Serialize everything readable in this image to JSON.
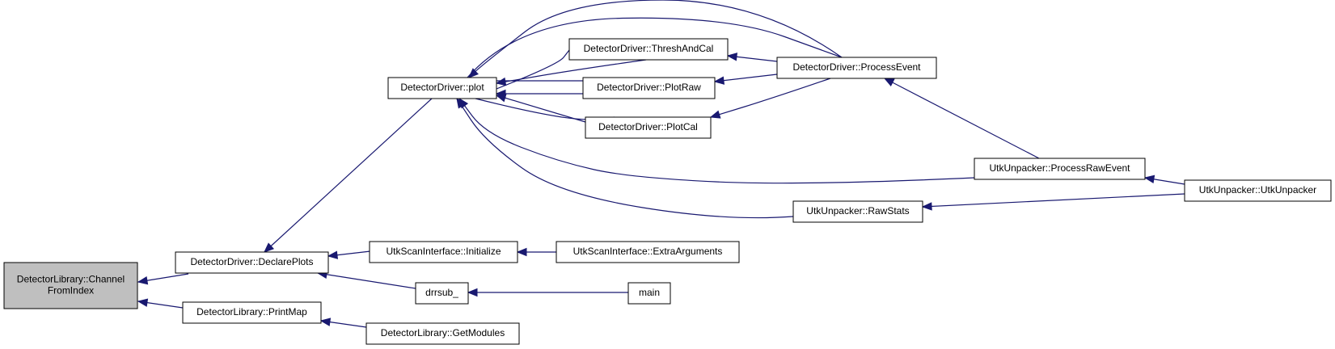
{
  "graph": {
    "root": "channel_from_index",
    "nodes": [
      {
        "id": "channel_from_index",
        "lines": [
          "DetectorLibrary::Channel",
          "FromIndex"
        ],
        "root": true
      },
      {
        "id": "declare_plots",
        "lines": [
          "DetectorDriver::DeclarePlots"
        ]
      },
      {
        "id": "print_map",
        "lines": [
          "DetectorLibrary::PrintMap"
        ]
      },
      {
        "id": "plot",
        "lines": [
          "DetectorDriver::plot"
        ]
      },
      {
        "id": "thresh_and_cal",
        "lines": [
          "DetectorDriver::ThreshAndCal"
        ]
      },
      {
        "id": "plot_raw",
        "lines": [
          "DetectorDriver::PlotRaw"
        ]
      },
      {
        "id": "plot_cal",
        "lines": [
          "DetectorDriver::PlotCal"
        ]
      },
      {
        "id": "process_event",
        "lines": [
          "DetectorDriver::ProcessEvent"
        ]
      },
      {
        "id": "process_raw_event",
        "lines": [
          "UtkUnpacker::ProcessRawEvent"
        ]
      },
      {
        "id": "raw_stats",
        "lines": [
          "UtkUnpacker::RawStats"
        ]
      },
      {
        "id": "utk_unpacker",
        "lines": [
          "UtkUnpacker::UtkUnpacker"
        ]
      },
      {
        "id": "initialize",
        "lines": [
          "UtkScanInterface::Initialize"
        ]
      },
      {
        "id": "extra_arguments",
        "lines": [
          "UtkScanInterface::ExtraArguments"
        ]
      },
      {
        "id": "drrsub",
        "lines": [
          "drrsub_"
        ]
      },
      {
        "id": "main",
        "lines": [
          "main"
        ]
      },
      {
        "id": "get_modules",
        "lines": [
          "DetectorLibrary::GetModules"
        ]
      }
    ],
    "edges": [
      {
        "from": "declare_plots",
        "to": "channel_from_index"
      },
      {
        "from": "print_map",
        "to": "channel_from_index"
      },
      {
        "from": "plot",
        "to": "declare_plots"
      },
      {
        "from": "initialize",
        "to": "declare_plots"
      },
      {
        "from": "drrsub",
        "to": "declare_plots"
      },
      {
        "from": "get_modules",
        "to": "print_map"
      },
      {
        "from": "thresh_and_cal",
        "to": "plot"
      },
      {
        "from": "plot_raw",
        "to": "plot"
      },
      {
        "from": "plot_cal",
        "to": "plot"
      },
      {
        "from": "process_event",
        "to": "plot"
      },
      {
        "from": "process_raw_event",
        "to": "plot"
      },
      {
        "from": "raw_stats",
        "to": "plot"
      },
      {
        "from": "process_event",
        "to": "thresh_and_cal"
      },
      {
        "from": "process_event",
        "to": "plot_raw"
      },
      {
        "from": "process_event",
        "to": "plot_cal"
      },
      {
        "from": "process_raw_event",
        "to": "process_event"
      },
      {
        "from": "utk_unpacker",
        "to": "process_raw_event"
      },
      {
        "from": "utk_unpacker",
        "to": "raw_stats"
      },
      {
        "from": "extra_arguments",
        "to": "initialize"
      },
      {
        "from": "main",
        "to": "drrsub"
      }
    ]
  },
  "colors": {
    "edge": "#191970",
    "root_fill": "#bfbfbf",
    "node_fill": "#ffffff",
    "node_border": "#000000"
  }
}
